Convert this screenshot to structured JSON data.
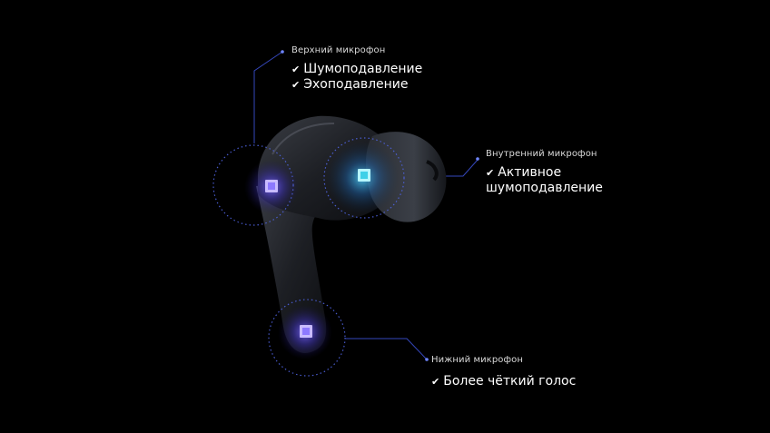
{
  "callouts": {
    "top": {
      "caption": "Верхний микрофон",
      "features": [
        "Шумоподавление",
        "Эхоподавление"
      ]
    },
    "inner": {
      "caption": "Внутренний микрофон",
      "feature_line1": "Активное",
      "feature_line2": "шумоподавление"
    },
    "bottom": {
      "caption": "Нижний микрофон",
      "features": [
        "Более чёткий голос"
      ]
    }
  },
  "icons": {
    "check": "checkmark-icon"
  },
  "colors": {
    "background": "#000000",
    "mic_purple": "#b8a8ff",
    "mic_cyan": "#8ff0ff",
    "guide_line": "#3b4fd0"
  }
}
